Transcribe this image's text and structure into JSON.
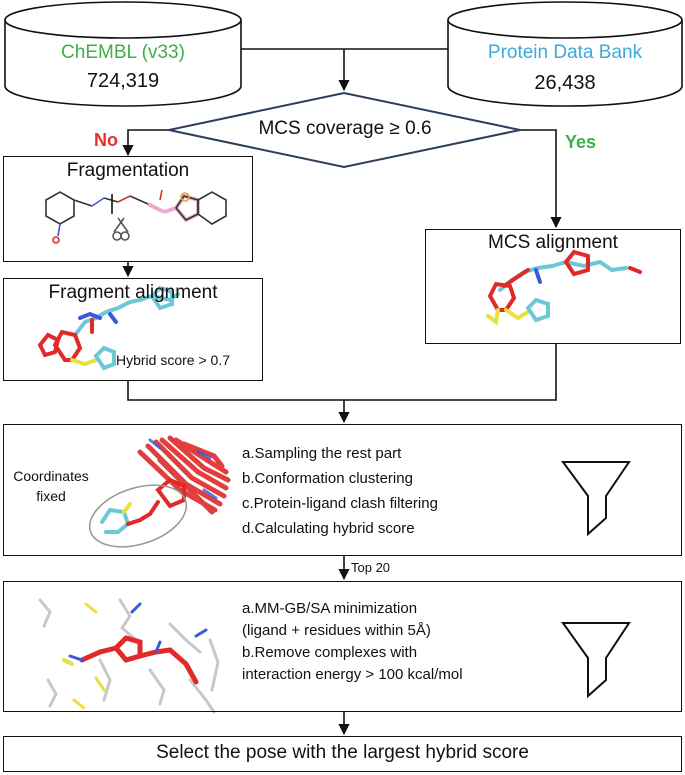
{
  "databases": {
    "chembl": {
      "name": "ChEMBL (v33)",
      "count": "724,319",
      "color": "#3fae49"
    },
    "pdb": {
      "name": "Protein Data Bank",
      "count": "26,438",
      "color": "#3ea8d8"
    }
  },
  "decision": {
    "label": "MCS coverage ≥ 0.6",
    "no_label": "No",
    "yes_label": "Yes",
    "no_color": "#e03030",
    "yes_color": "#3fae49",
    "diamond_color": "#2d3e5a"
  },
  "fragmentation": {
    "title": "Fragmentation"
  },
  "fragment_alignment": {
    "title": "Fragment alignment",
    "note": "Hybrid score > 0.7"
  },
  "mcs_alignment": {
    "title": "MCS alignment"
  },
  "sampling": {
    "side_label_line1": "Coordinates",
    "side_label_line2": "fixed",
    "steps": [
      "a.Sampling the rest part",
      "b.Conformation clustering",
      "c.Protein-ligand clash filtering",
      "d.Calculating hybrid score"
    ]
  },
  "top_label": "Top 20",
  "minimization": {
    "steps": [
      "a.MM-GB/SA minimization",
      "(ligand + residues within  5Å)",
      "b.Remove complexes with",
      "interaction energy > 100 kcal/mol"
    ]
  },
  "final": {
    "label": "Select the pose with the largest hybrid score"
  },
  "molecule_colors": {
    "red": "#e02a2a",
    "cyan": "#6cc8d6",
    "blue": "#3a5ad8",
    "yellow": "#e8e040",
    "grey": "#b8b8b8"
  }
}
